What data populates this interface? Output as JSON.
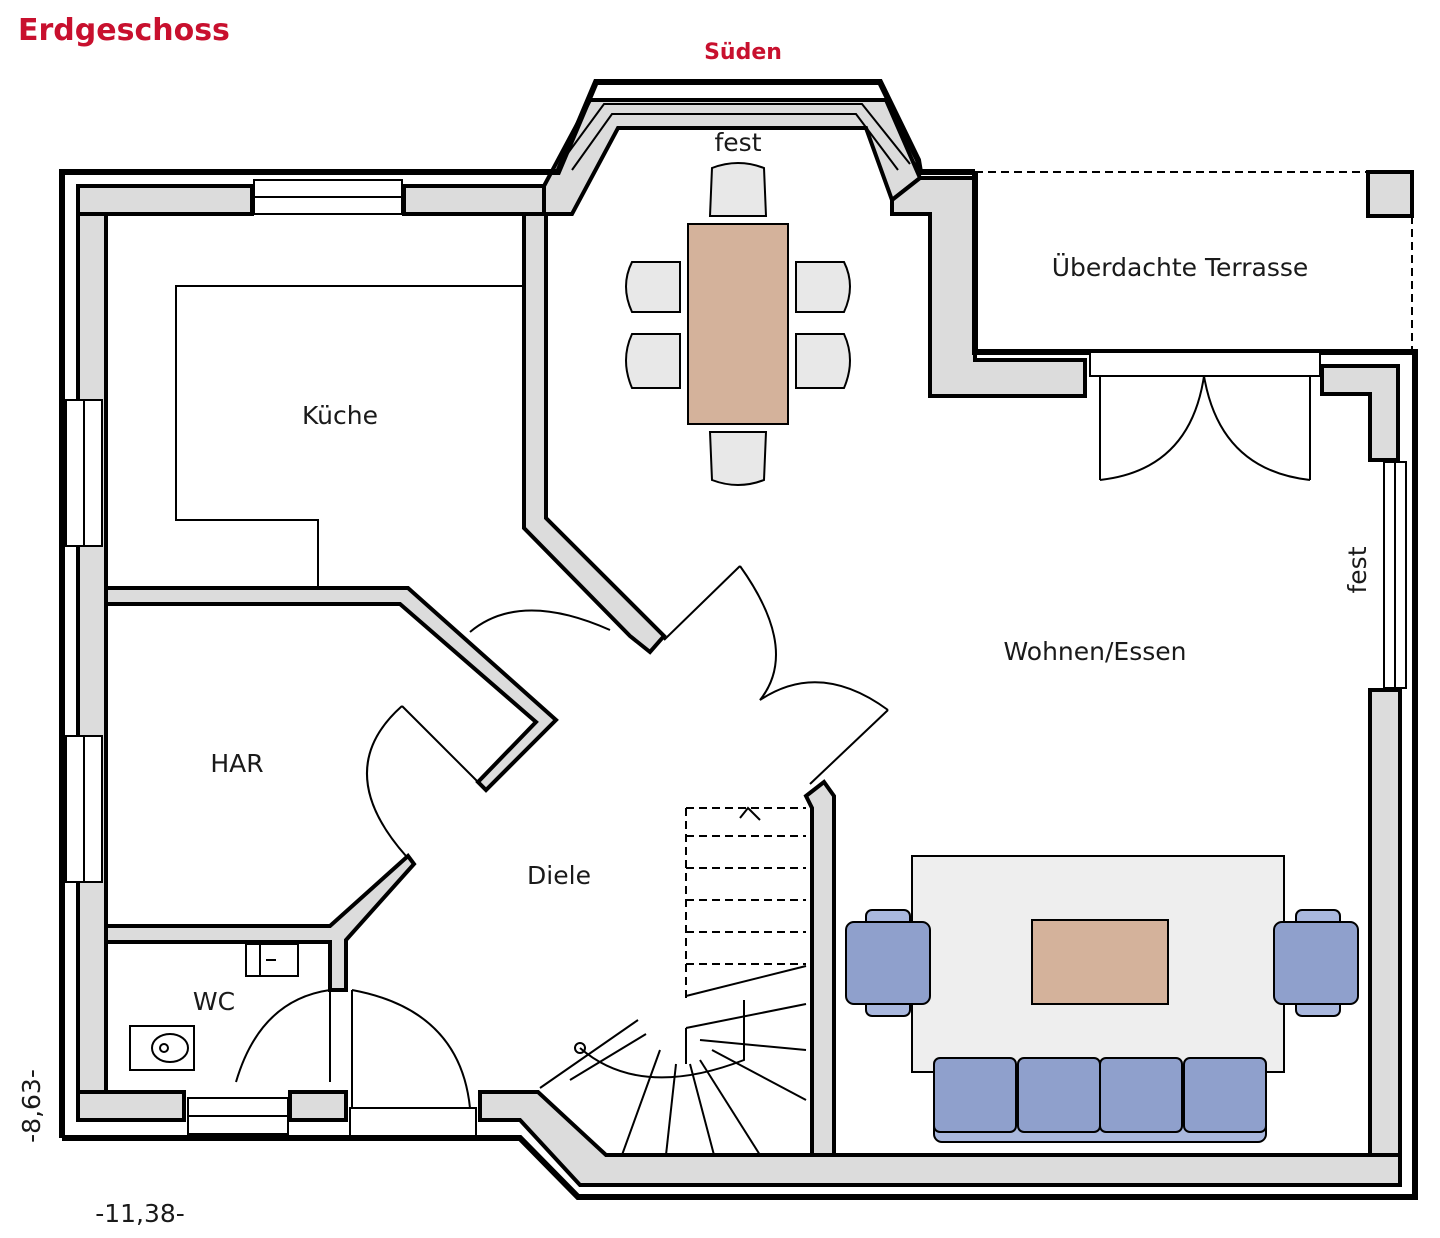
{
  "title": "Erdgeschoss",
  "orientation": "Süden",
  "rooms": {
    "kueche": "Küche",
    "har": "HAR",
    "wc": "WC",
    "diele": "Diele",
    "wohnen": "Wohnen/Essen",
    "terrasse": "Überdachte Terrasse"
  },
  "window_notes": {
    "bay": "fest",
    "east": "fest"
  },
  "dimensions": {
    "width": "-11,38-",
    "depth": "-8,63-"
  },
  "colors": {
    "title_red": "#c8102e",
    "wall_fill": "#dcdcdc",
    "table_wood": "#d4b29b",
    "upholstery_blue": "#8fa0cc"
  }
}
